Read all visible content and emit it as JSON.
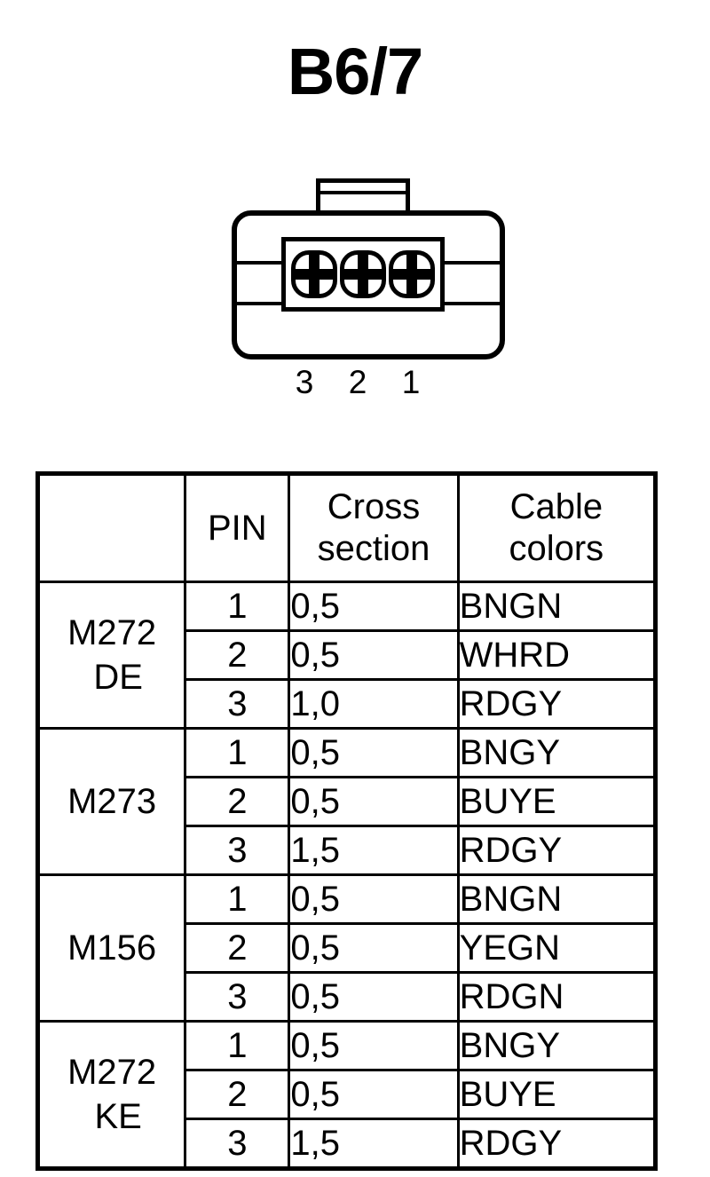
{
  "title": "B6/7",
  "connector": {
    "name": "3-way-connector",
    "pin_count": 3,
    "pin_labels": [
      "3",
      "2",
      "1"
    ]
  },
  "table": {
    "headers": [
      "",
      "PIN",
      "Cross section",
      "Cable colors"
    ],
    "header_lines": {
      "blank": "",
      "pin": "PIN",
      "cross_line1": "Cross",
      "cross_line2": "section",
      "colors_line1": "Cable",
      "colors_line2": "colors"
    },
    "groups": [
      {
        "label_line1": "M272",
        "label_line2": "DE",
        "rows": [
          {
            "pin": "1",
            "cross_section": "0,5",
            "cable_color": "BNGN"
          },
          {
            "pin": "2",
            "cross_section": "0,5",
            "cable_color": "WHRD"
          },
          {
            "pin": "3",
            "cross_section": "1,0",
            "cable_color": "RDGY"
          }
        ]
      },
      {
        "label_line1": "M273",
        "label_line2": "",
        "rows": [
          {
            "pin": "1",
            "cross_section": "0,5",
            "cable_color": "BNGY"
          },
          {
            "pin": "2",
            "cross_section": "0,5",
            "cable_color": "BUYE"
          },
          {
            "pin": "3",
            "cross_section": "1,5",
            "cable_color": "RDGY"
          }
        ]
      },
      {
        "label_line1": "M156",
        "label_line2": "",
        "rows": [
          {
            "pin": "1",
            "cross_section": "0,5",
            "cable_color": "BNGN"
          },
          {
            "pin": "2",
            "cross_section": "0,5",
            "cable_color": "YEGN"
          },
          {
            "pin": "3",
            "cross_section": "0,5",
            "cable_color": "RDGN"
          }
        ]
      },
      {
        "label_line1": "M272",
        "label_line2": "KE",
        "rows": [
          {
            "pin": "1",
            "cross_section": "0,5",
            "cable_color": "BNGY"
          },
          {
            "pin": "2",
            "cross_section": "0,5",
            "cable_color": "BUYE"
          },
          {
            "pin": "3",
            "cross_section": "1,5",
            "cable_color": "RDGY"
          }
        ]
      }
    ]
  },
  "colors": {
    "ink": "#000000",
    "paper": "#ffffff"
  }
}
